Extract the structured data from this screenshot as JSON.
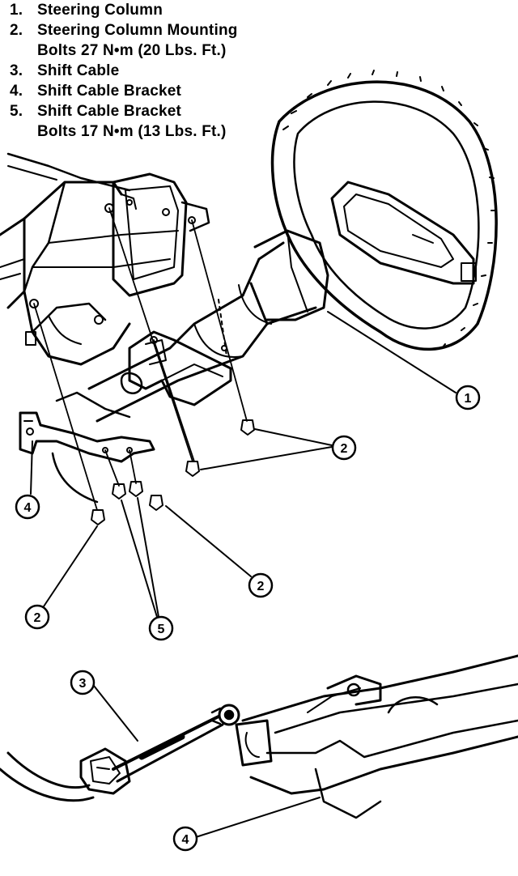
{
  "legend": [
    {
      "num": "1.",
      "text": "Steering Column"
    },
    {
      "num": "2.",
      "text": "Steering Column Mounting\nBolts 27 N•m (20 Lbs. Ft.)"
    },
    {
      "num": "3.",
      "text": "Shift Cable"
    },
    {
      "num": "4.",
      "text": "Shift Cable Bracket"
    },
    {
      "num": "5.",
      "text": "Shift Cable Bracket\nBolts 17 N•m (13 Lbs. Ft.)"
    }
  ],
  "callouts": {
    "steering_column": "1",
    "mounting_bolts_a": "2",
    "mounting_bolts_b": "2",
    "mounting_bolts_c": "2",
    "bracket_upper": "4",
    "bracket_bolts": "5",
    "shift_cable": "3",
    "bracket_lower": "4"
  }
}
